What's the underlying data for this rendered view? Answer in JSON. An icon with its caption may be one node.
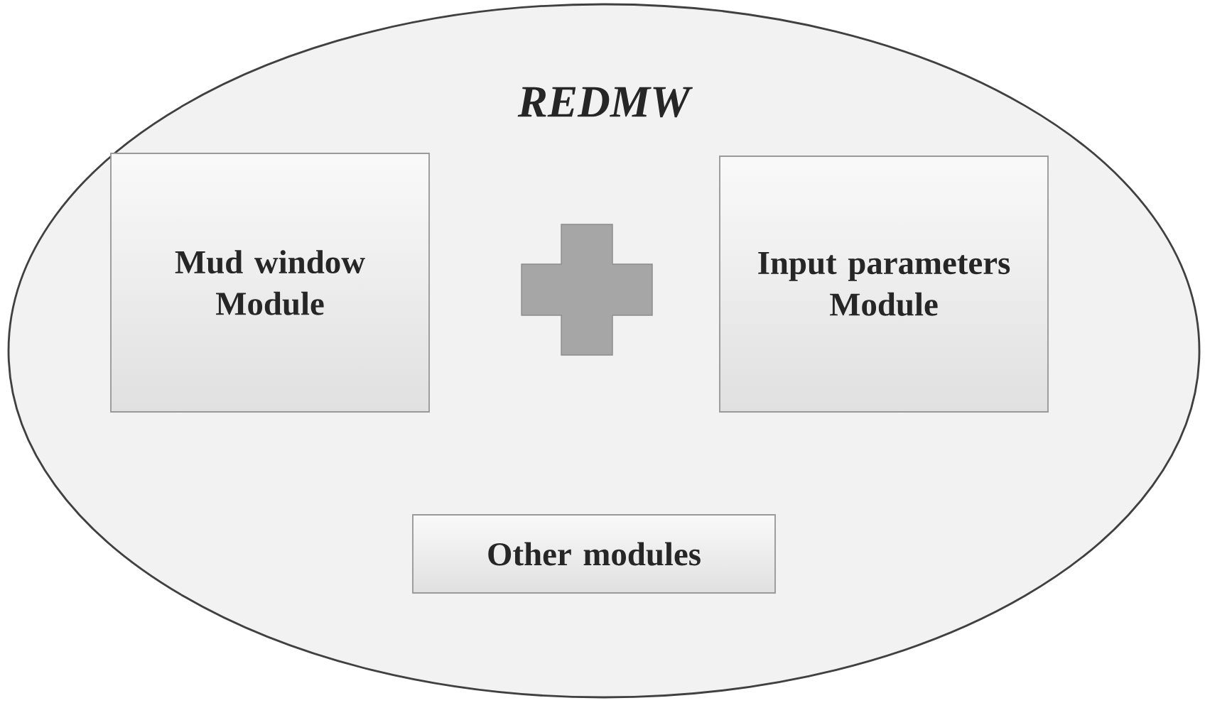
{
  "diagram": {
    "nodes": [
      {
        "text": [
          "REDMW"
        ]
      },
      {
        "text": [
          "Mud window Module"
        ],
        "in": 0
      },
      {
        "text": [
          "Input parameters Module"
        ],
        "in": 0
      },
      {
        "text": [
          "Other modules"
        ],
        "in": 0
      }
    ]
  }
}
